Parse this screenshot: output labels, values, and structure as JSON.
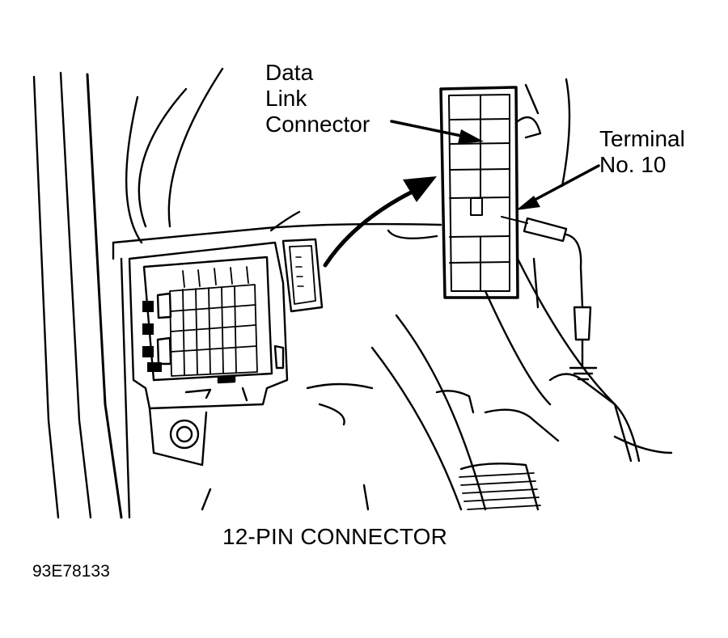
{
  "labels": {
    "data_link_connector": [
      "Data",
      "Link",
      "Connector"
    ],
    "terminal": [
      "Terminal",
      "No. 10"
    ],
    "caption": "12-PIN CONNECTOR",
    "figure_id": "93E78133"
  },
  "colors": {
    "ink": "#000000",
    "background": "#ffffff"
  }
}
